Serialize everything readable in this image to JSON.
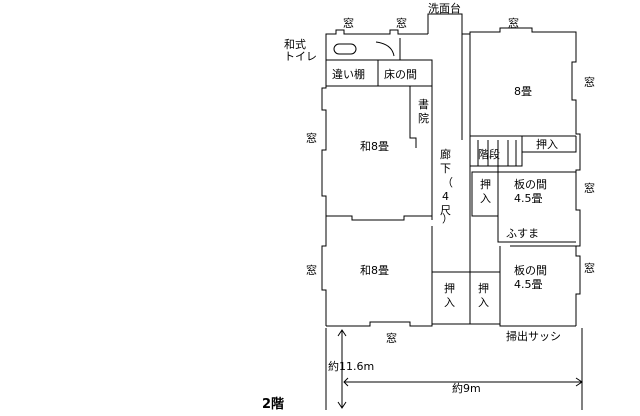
{
  "floor_label": "2階",
  "rooms": {
    "room_8jo_ne": "8畳",
    "washoshitsu_north": "和8畳",
    "washoshitsu_south": "和8畳",
    "itanoma_north": "板の間",
    "itanoma_north_size": "4.5畳",
    "itanoma_south": "板の間",
    "itanoma_south_size": "4.5畳",
    "chigaidana": "違い棚",
    "tokonoma": "床の間",
    "shoin": "書院",
    "kaidan": "階段",
    "oshiire": "押入",
    "roka": "廊下（4尺）"
  },
  "fixtures": {
    "washroom": "洗面台",
    "toilet": "和式トイレ",
    "fusuma": "ふすま",
    "sash": "掃出サッシ"
  },
  "windows": {
    "label": "窓"
  },
  "dimensions": {
    "depth": "約11.6m",
    "width": "約9m"
  }
}
